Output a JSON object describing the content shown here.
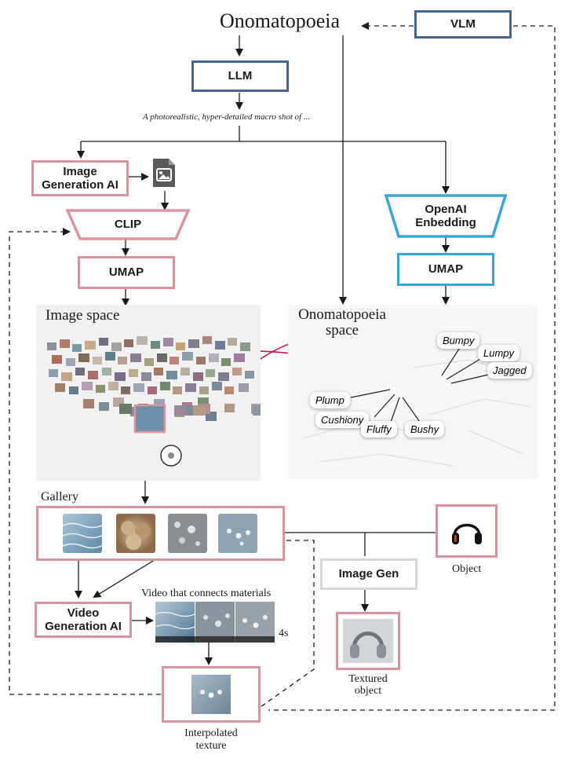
{
  "title": "Onomatopoeia",
  "nodes": {
    "vlm": "VLM",
    "llm": "LLM",
    "prompt": "A photorealistic, hyper-detailed macro shot of ...",
    "image_gen_ai": "Image Generation AI",
    "clip": "CLIP",
    "umap_left": "UMAP",
    "openai_embedding": "OpenAI Enbedding",
    "umap_right": "UMAP",
    "image_space": "Image space",
    "onomatopoeia_space": "Onomatopoeia space",
    "gallery": "Gallery",
    "object": "Object",
    "image_gen": "Image Gen",
    "video_gen_ai": "Video Generation AI",
    "video_caption": "Video that connects materials",
    "duration": "4s",
    "textured_object": "Textured object",
    "interpolated_texture": "Interpolated texture"
  },
  "onomatopoeia_words": [
    "Bumpy",
    "Lumpy",
    "Jagged",
    "Plump",
    "Cushiony",
    "Fluffy",
    "Bushy"
  ],
  "colors": {
    "navy": "#4a6491",
    "pink": "#d9959e",
    "blue": "#3aa6d6",
    "gray": "#d6d6d6",
    "crimson": "#c4164f"
  },
  "icons": [
    "image-file-icon",
    "headphones-icon",
    "cursor-ring-icon"
  ]
}
